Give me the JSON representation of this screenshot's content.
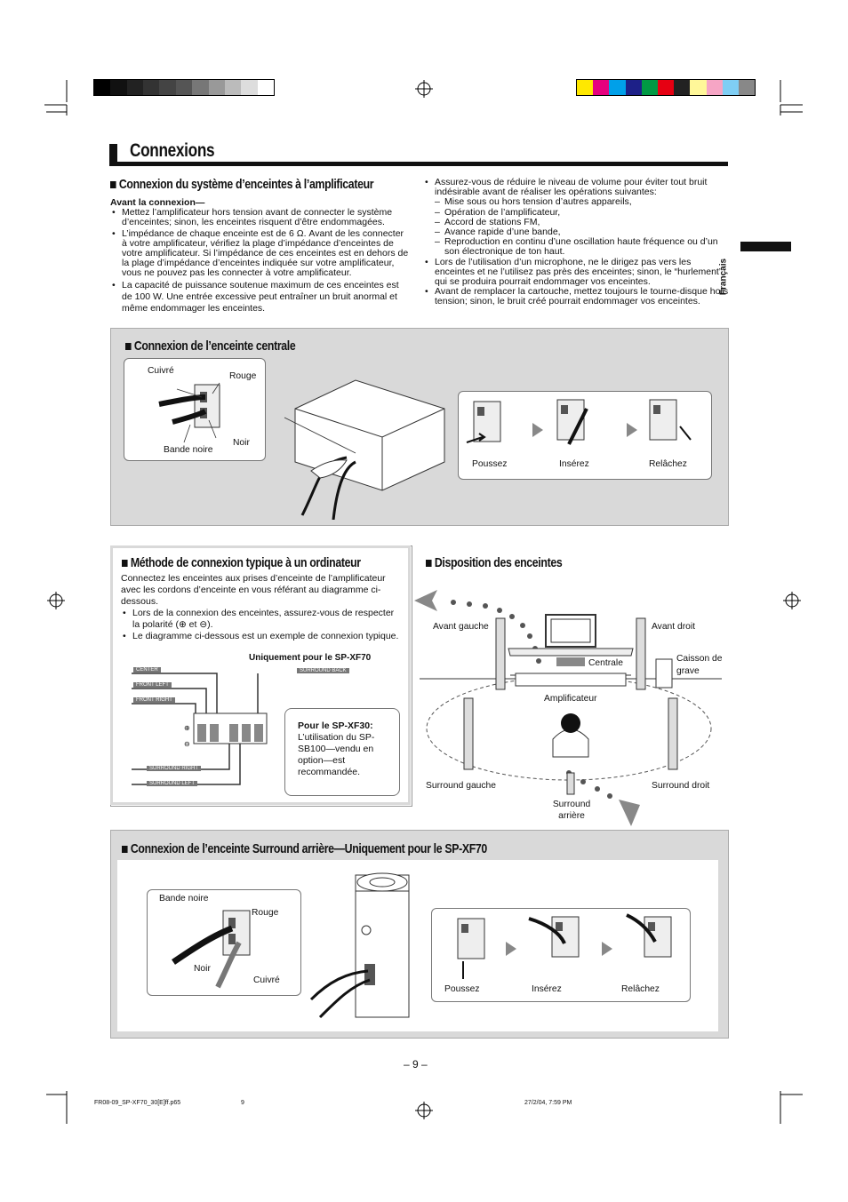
{
  "page_title": "Connexions",
  "side_tab": "Français",
  "sec_amp": {
    "title": "Connexion du système d’enceintes à l’amplificateur",
    "subhead": "Avant la connexion—",
    "bullets": [
      "Mettez l’amplificateur hors tension avant de connecter le système d’enceintes; sinon, les enceintes risquent d’être endommagées.",
      "L’impédance de chaque enceinte est de 6 Ω. Avant de les connecter à votre amplificateur, vérifiez la plage d’impédance d’enceintes de votre amplificateur. Si l’impédance de ces enceintes est en dehors de la plage d’impédance d’enceintes indiquée sur votre amplificateur, vous ne pouvez pas les connecter à votre amplificateur.",
      "La capacité de puissance soutenue maximum de ces enceintes est de 100 W. Une entrée excessive peut entraîner un bruit anormal et même endommager les enceintes."
    ],
    "right_b1": "Assurez-vous de réduire le niveau de volume pour éviter tout bruit indésirable avant de réaliser les opérations suivantes:",
    "right_dashes": [
      "Mise sous ou hors tension d’autres appareils,",
      "Opération de l’amplificateur,",
      "Accord de stations FM,",
      "Avance rapide d’une bande,",
      "Reproduction en continu d’une oscillation haute fréquence ou d’un son électronique de ton haut."
    ],
    "right_b2": "Lors de l’utilisation d’un microphone, ne le dirigez pas vers les enceintes et ne l’utilisez pas près des enceintes; sinon, le “hurlement” qui se produira pourrait endommager vos enceintes.",
    "right_b3": "Avant de remplacer la cartouche, mettez toujours le tourne-disque hors tension; sinon, le bruit créé pourrait endommager vos enceintes."
  },
  "sec_center": {
    "title": "Connexion de l’enceinte centrale",
    "cuivre": "Cuivré",
    "rouge": "Rouge",
    "noir": "Noir",
    "bande": "Bande noire",
    "pousser": "Poussez",
    "inserer": "Insérez",
    "relacher": "Relâchez"
  },
  "sec_method": {
    "title": "Méthode de connexion typique à un ordinateur",
    "intro": "Connectez les enceintes aux prises d’enceinte de l’amplificateur avec les cordons d’enceinte en vous référant au diagramme ci-dessous.",
    "b1": "Lors de la connexion des enceintes, assurez-vous de respecter la polarité (⊕ et ⊖).",
    "b2": "Le diagramme ci-dessous est un exemple de connexion typique.",
    "only_xf70": "Uniquement pour le SP-XF70",
    "wires": [
      "CENTER",
      "FRONT LEFT",
      "FRONT RIGHT",
      "SURROUND RIGHT",
      "SURROUND LEFT",
      "SURROUND BACK"
    ],
    "note_title": "Pour le SP-XF30:",
    "note_body": "L’utilisation du SP-SB100—vendu en option—est recommandée."
  },
  "sec_layout": {
    "title": "Disposition des enceintes",
    "avant_gauche": "Avant gauche",
    "avant_droit": "Avant droit",
    "centrale": "Centrale",
    "caisson": "Caisson de grave",
    "ampli": "Amplificateur",
    "sur_gauche": "Surround gauche",
    "sur_droit": "Surround droit",
    "sur_arriere": "Surround arrière"
  },
  "sec_rear": {
    "title": "Connexion de l’enceinte Surround arrière—Uniquement pour le SP-XF70",
    "bande": "Bande noire",
    "rouge": "Rouge",
    "noir": "Noir",
    "cuivre": "Cuivré",
    "pousser": "Poussez",
    "inserer": "Insérez",
    "relacher": "Relâchez"
  },
  "page_number": "– 9 –",
  "footer": {
    "file": "FR08-09_SP-XF70_30[E]ff.p65",
    "num": "9",
    "date": "27/2/04, 7:59 PM"
  },
  "colors": {
    "panel": "#d9d9d9",
    "bar": "#111111"
  }
}
